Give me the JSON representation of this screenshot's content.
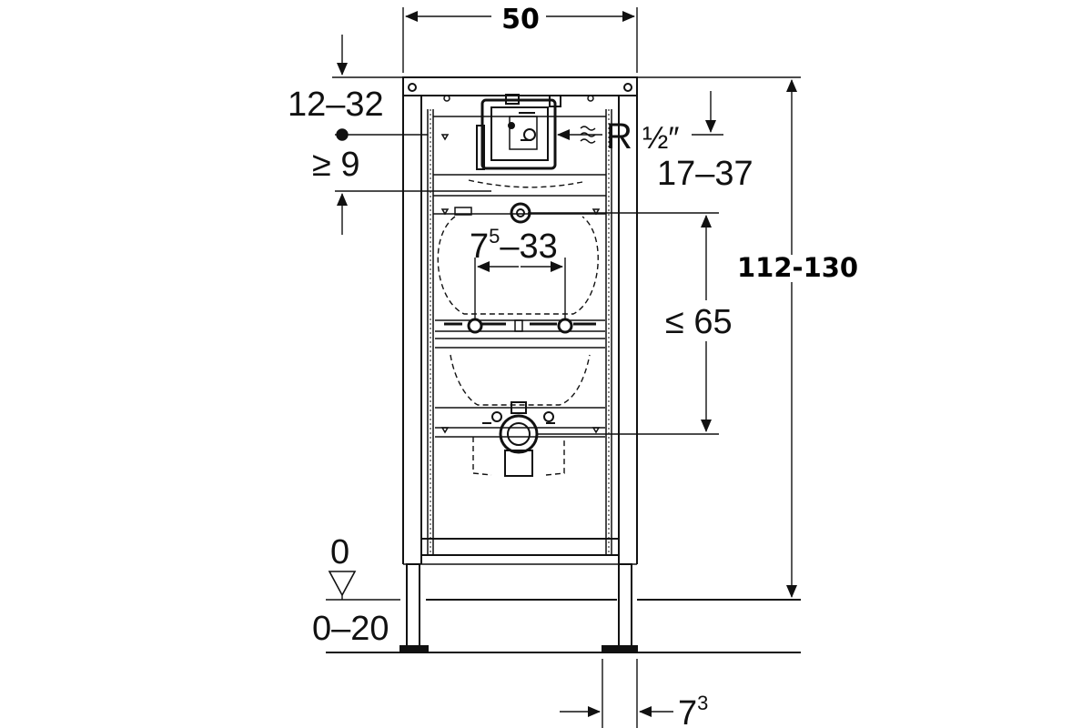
{
  "dimensions": {
    "width": "50",
    "top_offset": "12–32",
    "water_min": "≥ 9",
    "thread_R": "R",
    "thread_size": "½″",
    "water_offset": "17–37",
    "spacing_base": "7",
    "spacing_sup": "5",
    "spacing_rest": "–33",
    "height": "112-130",
    "max_height": "≤ 65",
    "floor_zero": "0",
    "floor_range": "0–20",
    "foot_base": "7",
    "foot_sup": "3"
  },
  "colors": {
    "line": "#111111",
    "frame_fill": "#ffffff"
  }
}
